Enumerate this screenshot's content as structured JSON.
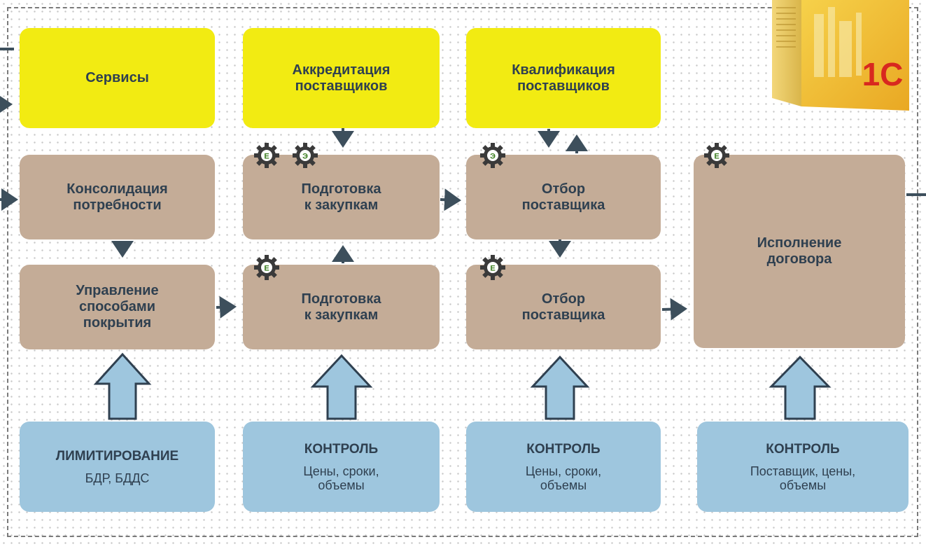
{
  "colors": {
    "yellow_box": "#f2eb12",
    "tan_box": "#c4ac97",
    "blue_box": "#9ec6de",
    "arrow": "#3d4f5c",
    "gear": "#3a3a3a",
    "gear_badge": "#3a7d1e"
  },
  "boxes": {
    "services": "Сервисы",
    "accreditation": "Аккредитация\nпоставщиков",
    "qualification": "Квалификация\nпоставщиков",
    "consolidation": "Консолидация\nпотребности",
    "coverage": "Управление\nспособами\nпокрытия",
    "prep_top": "Подготовка\nк закупкам",
    "prep_bottom": "Подготовка\nк закупкам",
    "selection_top": "Отбор\nпоставщика",
    "selection_bottom": "Отбор\nпоставщика",
    "execution": "Исполнение\nдоговора"
  },
  "controls": [
    {
      "title": "ЛИМИТИРОВАНИЕ",
      "text": "БДР, БДДС"
    },
    {
      "title": "КОНТРОЛЬ",
      "text": "Цены, сроки,\nобъемы"
    },
    {
      "title": "КОНТРОЛЬ",
      "text": "Цены, сроки,\nобъемы"
    },
    {
      "title": "КОНТРОЛЬ",
      "text": "Поставщик, цены,\nобъемы"
    }
  ],
  "gear_badges": {
    "prep_top_1": "Е",
    "prep_top_2": "Э",
    "prep_bottom": "Е",
    "selection_top": "Э",
    "selection_bottom": "Е",
    "execution": "Е"
  },
  "logo": {
    "icon": "1c-software-box-icon",
    "brand": "1С"
  }
}
